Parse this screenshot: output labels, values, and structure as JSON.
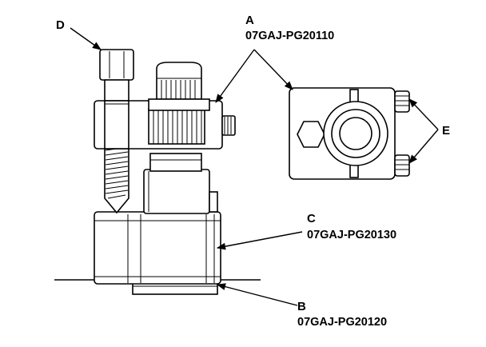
{
  "labels": {
    "a": {
      "letter": "A",
      "part": "07GAJ-PG20110"
    },
    "b": {
      "letter": "B",
      "part": "07GAJ-PG20120"
    },
    "c": {
      "letter": "C",
      "part": "07GAJ-PG20130"
    },
    "d": {
      "letter": "D"
    },
    "e": {
      "letter": "E"
    }
  }
}
